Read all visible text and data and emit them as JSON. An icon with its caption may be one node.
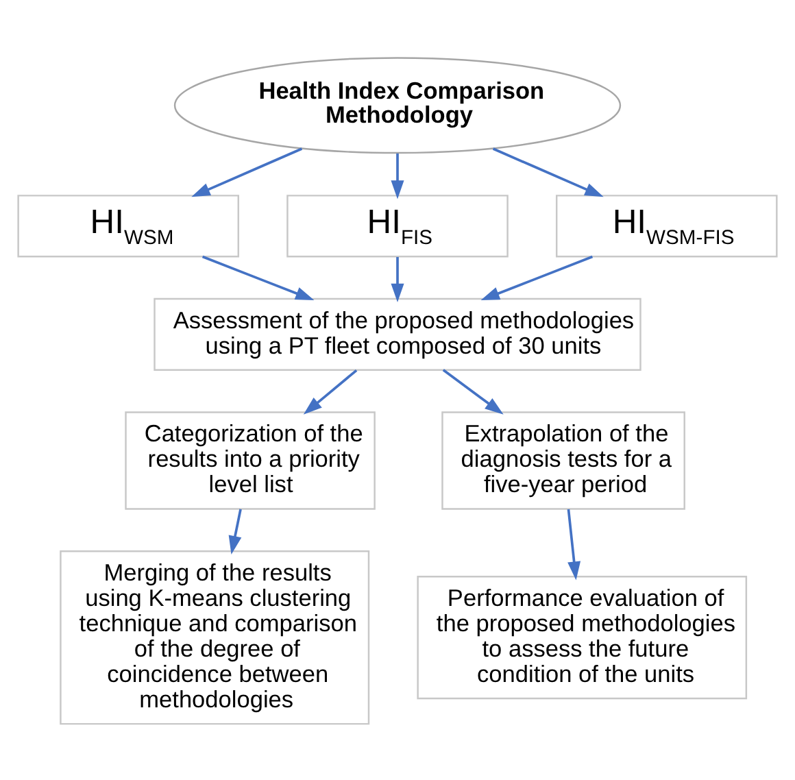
{
  "diagram": {
    "nodes": [
      {
        "text": [
          "Health Index Comparison Methodology"
        ]
      },
      {
        "text": [
          "HI$_{WSM}$"
        ]
      },
      {
        "text": [
          "HI$_{FIS}$"
        ]
      },
      {
        "text": [
          "HI$_{WSM-FIS}$"
        ]
      },
      {
        "text": [
          "Assessment of the proposed methodologies using a PT fleet composed of 30 units"
        ]
      },
      {
        "text": [
          "Categorization of the results into a priority level list"
        ]
      },
      {
        "text": [
          "Extrapolation of the diagnosis tests for a five-year period"
        ]
      },
      {
        "text": [
          "Merging of the results using K-means clustering technique and comparison of the degree of coincidence between methodologies"
        ]
      },
      {
        "text": [
          "Performance evaluation of the proposed methodologies to assess the future condition of the units"
        ]
      }
    ],
    "edges": [
      {
        "from": 0,
        "to": 1,
        "arrow": "to"
      },
      {
        "from": 0,
        "to": 2,
        "arrow": "to"
      },
      {
        "from": 0,
        "to": 3,
        "arrow": "to"
      },
      {
        "from": 1,
        "to": 4,
        "arrow": "to"
      },
      {
        "from": 2,
        "to": 4,
        "arrow": "to"
      },
      {
        "from": 3,
        "to": 4,
        "arrow": "to"
      },
      {
        "from": 4,
        "to": 5,
        "arrow": "to"
      },
      {
        "from": 4,
        "to": 6,
        "arrow": "to"
      },
      {
        "from": 5,
        "to": 7,
        "arrow": "to"
      },
      {
        "from": 6,
        "to": 8,
        "arrow": "to"
      }
    ]
  }
}
